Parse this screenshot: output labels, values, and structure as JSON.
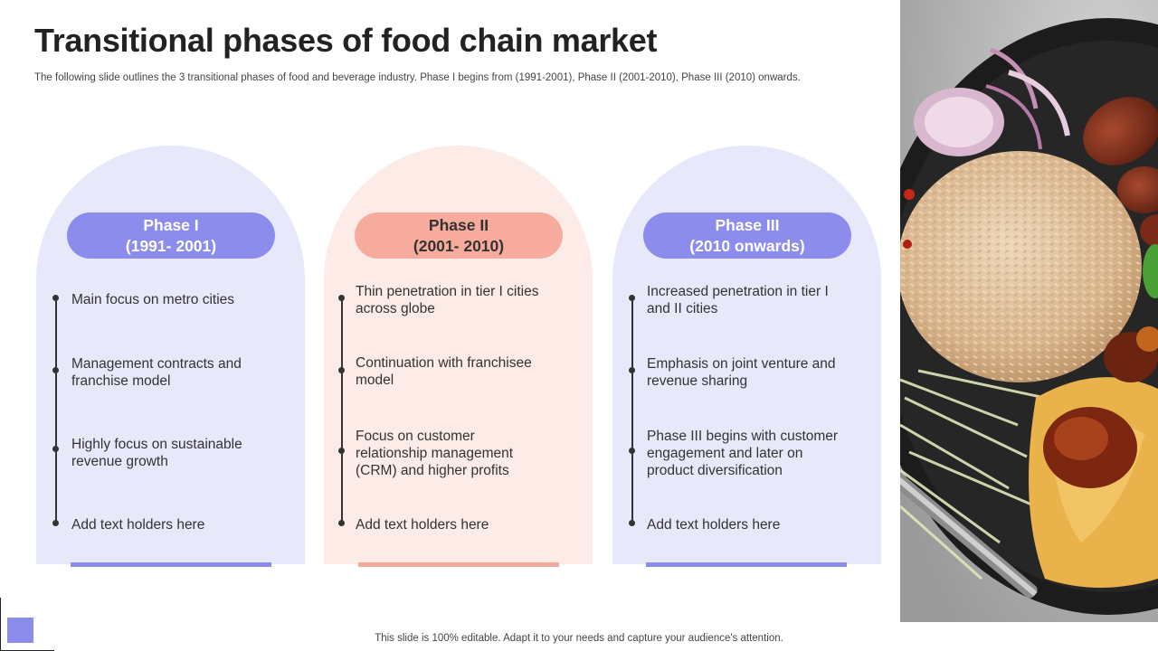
{
  "slide": {
    "title": "Transitional phases of food chain market",
    "subtitle": "The following slide outlines the 3 transitional phases of food and beverage industry. Phase I begins from (1991-2001), Phase II (2001-2010), Phase III (2010) onwards."
  },
  "phases": [
    {
      "name": "Phase I",
      "period": "(1991- 2001)",
      "items": [
        "Main focus on metro cities",
        "Management contracts and franchise model",
        "Highly focus on sustainable revenue growth",
        "Add text holders here"
      ]
    },
    {
      "name": "Phase II",
      "period": "(2001- 2010)",
      "items": [
        "Thin penetration in tier I cities across globe",
        "Continuation with franchisee model",
        "Focus on customer relationship management (CRM) and higher profits",
        "Add text holders here"
      ]
    },
    {
      "name": "Phase III",
      "period": "(2010 onwards)",
      "items": [
        "Increased penetration in tier I and II cities",
        "Emphasis on joint venture and revenue sharing",
        "Phase III  begins with customer engagement and later on product diversification",
        "Add text holders here"
      ]
    }
  ],
  "footer": {
    "note": "This slide is 100% editable. Adapt it to your needs and capture your audience's attention."
  },
  "colors": {
    "accent_blue": "#8c8cec",
    "accent_salmon": "#f7ab9d",
    "card_blue": "#e8e8fb",
    "card_salmon": "#fcebe7"
  },
  "image": {
    "icon": "food-plate-photo"
  }
}
